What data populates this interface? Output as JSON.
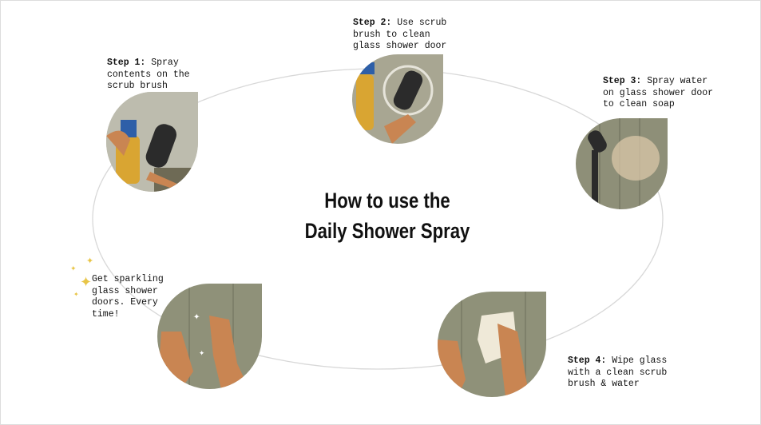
{
  "title": {
    "line1": "How to use the",
    "line2": "Daily Shower Spray"
  },
  "steps": [
    {
      "label": "Step 1:",
      "text": "Spray contents on the scrub brush",
      "icon": "spray-bottle-brush-illustration"
    },
    {
      "label": "Step 2:",
      "text": "Use scrub brush to clean glass shower door",
      "icon": "scrub-glass-illustration"
    },
    {
      "label": "Step 3:",
      "text": "Spray water on glass shower door to clean soap",
      "icon": "shower-head-illustration"
    },
    {
      "label": "Step 4:",
      "text": "Wipe glass with a clean scrub brush & water",
      "icon": "wipe-glass-illustration"
    }
  ],
  "final": {
    "text": "Get sparkling glass shower doors. Every time!",
    "icon": "sparkling-hands-illustration"
  },
  "colors": {
    "ring": "#d8d8d8",
    "glass": "#8e8f78",
    "bottle": "#d9a532",
    "nozzle": "#2e5fa8",
    "skin": "#c98552",
    "sparkle": "#e8c547"
  }
}
